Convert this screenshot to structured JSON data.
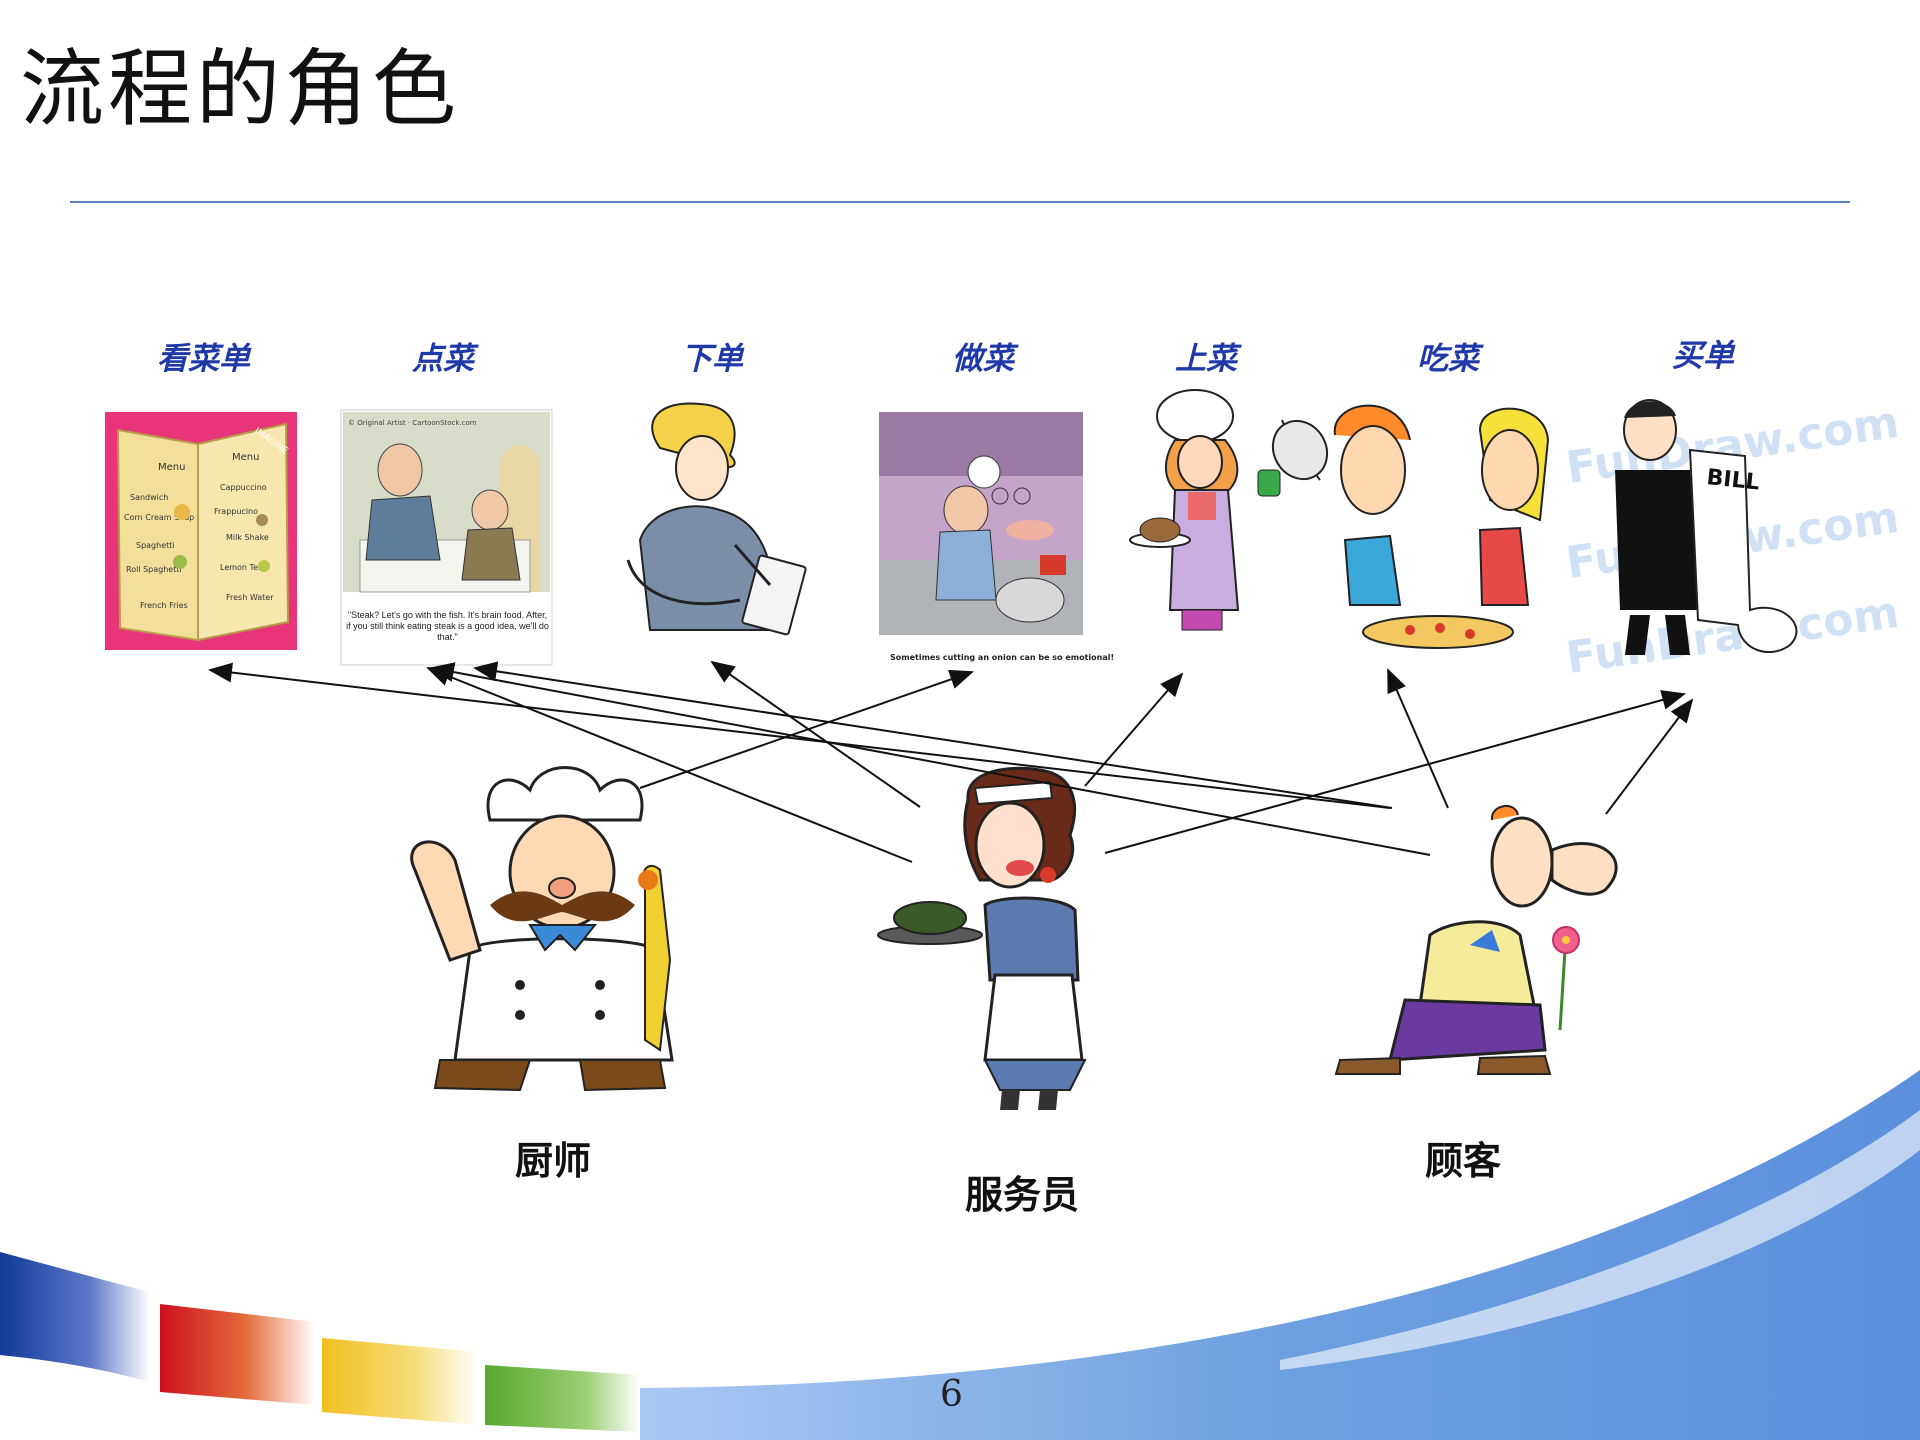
{
  "slide": {
    "title": "流程的角色",
    "page_number": "6"
  },
  "steps": [
    {
      "label": "看菜单"
    },
    {
      "label": "点菜"
    },
    {
      "label": "下单"
    },
    {
      "label": "做菜"
    },
    {
      "label": "上菜"
    },
    {
      "label": "吃菜"
    },
    {
      "label": "买单"
    }
  ],
  "roles": [
    {
      "label": "厨师"
    },
    {
      "label": "服务员"
    },
    {
      "label": "顾客"
    }
  ],
  "menu_card": {
    "left_title": "Menu",
    "left_items": [
      "Sandwich",
      "Corn Cream Soup",
      "Spaghetti",
      "Roll Spaghetti",
      "French Fries"
    ],
    "right_title": "Menu",
    "right_items": [
      "Cappuccino",
      "Frappucino",
      "Milk Shake",
      "Lemon Tea",
      "Fresh Water"
    ],
    "corner_text": "IMAGINE"
  },
  "cartoon_order": {
    "credit": "© Original Artist · CartoonStock.com",
    "caption": "\"Steak? Let's go with the fish. It's brain food. After, if you still think eating steak is a good idea, we'll do that.\""
  },
  "cartoon_cook": {
    "caption": "Sometimes cutting an onion can be so emotional!"
  },
  "bill_text": "BILL",
  "watermark_text": "FunDraw.com",
  "colors": {
    "title_rule": "#5b7fc4",
    "step_label": "#1f3aa8",
    "stripe_blue": "#6e9fe0",
    "stripe_red": "#cc1020",
    "stripe_yellow": "#f0c020",
    "stripe_green": "#58a830",
    "stripe_navy": "#1a3fa0"
  }
}
